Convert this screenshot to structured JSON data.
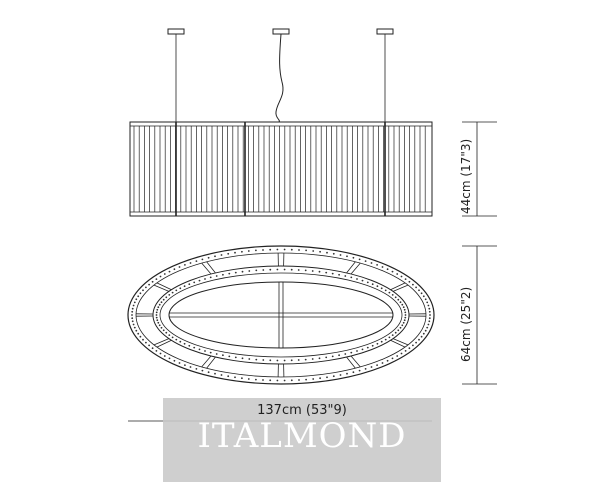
{
  "dimensions": {
    "height": "44cm (17\"3)",
    "depth": "64cm (25\"2)",
    "width": "137cm (53\"9)"
  },
  "watermark": "ITALMOND",
  "colors": {
    "line": "#222222",
    "watermark_bg": "#c8c8c8",
    "watermark_text": "#ffffff"
  }
}
